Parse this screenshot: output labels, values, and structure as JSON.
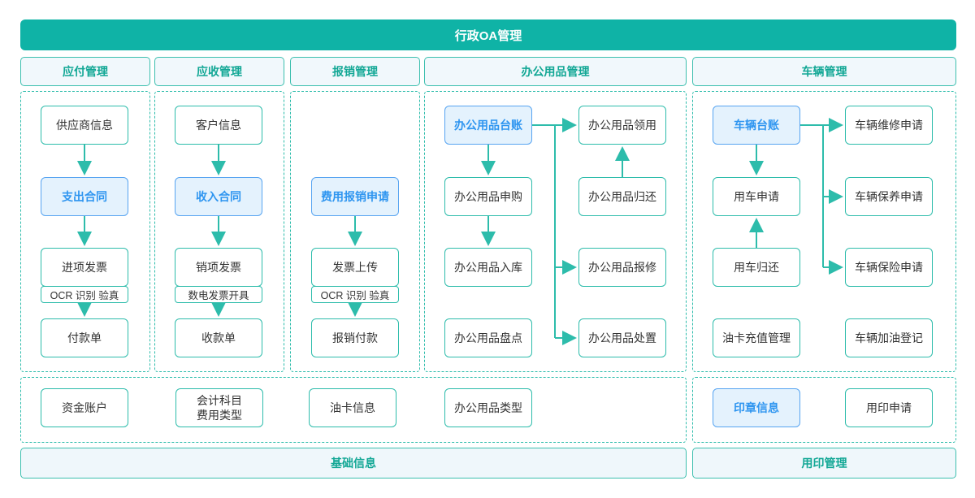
{
  "banner": {
    "title": "行政OA管理"
  },
  "sections": {
    "payable": {
      "header": "应付管理",
      "nodes": {
        "supplier_info": "供应商信息",
        "expense_contract": "支出合同",
        "input_invoice": "进项发票",
        "ocr_tag": "OCR 识别 验真",
        "payment_order": "付款单"
      }
    },
    "receivable": {
      "header": "应收管理",
      "nodes": {
        "customer_info": "客户信息",
        "income_contract": "收入合同",
        "output_invoice": "销项发票",
        "digital_invoice_tag": "数电发票开具",
        "receipt_order": "收款单"
      }
    },
    "reimbursement": {
      "header": "报销管理",
      "nodes": {
        "expense_reimburse_request": "费用报销申请",
        "invoice_upload": "发票上传",
        "ocr_tag": "OCR 识别 验真",
        "reimburse_payment": "报销付款"
      }
    },
    "office_supplies": {
      "header": "办公用品管理",
      "nodes": {
        "ledger": "办公用品台账",
        "purchase": "办公用品申购",
        "inbound": "办公用品入库",
        "stocktake": "办公用品盘点",
        "borrow": "办公用品领用",
        "return": "办公用品归还",
        "repair": "办公用品报修",
        "disposal": "办公用品处置"
      }
    },
    "vehicle": {
      "header": "车辆管理",
      "nodes": {
        "ledger": "车辆台账",
        "use_request": "用车申请",
        "use_return": "用车归还",
        "fuel_card_recharge": "油卡充值管理",
        "repair_request": "车辆维修申请",
        "maintain_request": "车辆保养申请",
        "insurance_request": "车辆保险申请",
        "refuel_register": "车辆加油登记"
      }
    }
  },
  "basic_info": {
    "footer": "基础信息",
    "nodes": {
      "fund_account": "资金账户",
      "accounting_subject_expense_type": "会计科目\n费用类型",
      "fuel_card_info": "油卡信息",
      "office_supply_type": "办公用品类型"
    }
  },
  "seal_management": {
    "footer": "用印管理",
    "nodes": {
      "seal_info": "印章信息",
      "seal_use_request": "用印申请"
    }
  },
  "colors": {
    "teal_fill": "#0fb3a6",
    "teal_border": "#2dbcab",
    "header_text": "#12a795",
    "light_fill": "#f1f8fc",
    "blue_border": "#57a4f1",
    "blue_fill": "#e4f2fd",
    "blue_text": "#2e95f0",
    "text_dark": "#333333"
  }
}
